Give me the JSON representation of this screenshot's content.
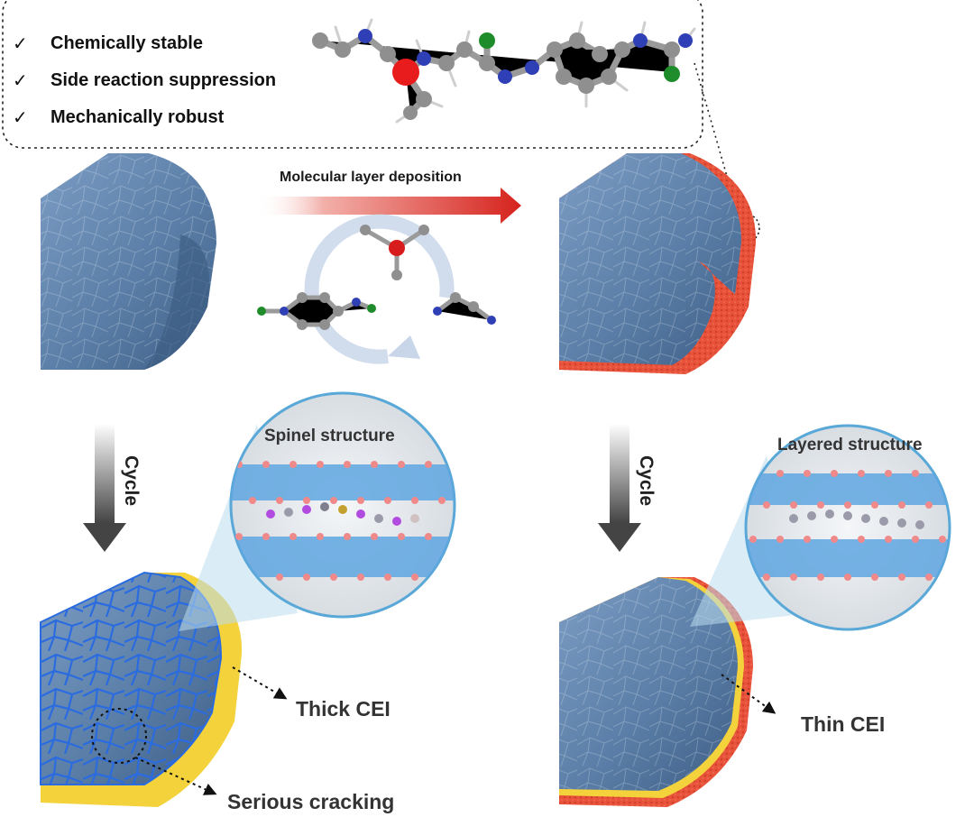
{
  "properties": [
    "Chemically stable",
    "Side reaction suppression",
    "Mechanically robust"
  ],
  "labels": {
    "deposition": "Molecular layer deposition",
    "cycle_left": "Cycle",
    "cycle_right": "Cycle",
    "spinel": "Spinel structure",
    "layered": "Layered structure",
    "thick_cei": "Thick CEI",
    "thin_cei": "Thin CEI",
    "cracking": "Serious cracking"
  },
  "colors": {
    "particle": "#5b7fa8",
    "coating": "#e8523a",
    "cei": "#f3d23c",
    "crack": "#2a6be0",
    "arrow_red": "#d6221c",
    "circle_border": "#5aa8d8"
  }
}
